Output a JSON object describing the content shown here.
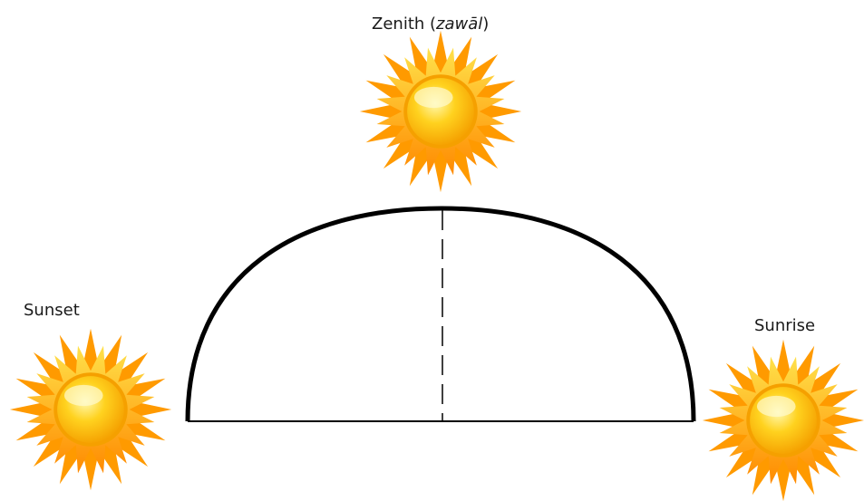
{
  "labels": {
    "zenith_prefix": "Zenith (",
    "zenith_term": "zawāl",
    "zenith_suffix": ")",
    "sunset": "Sunset",
    "sunrise": "Sunrise"
  },
  "colors": {
    "sun_core": "#ffd21f",
    "sun_core_edge": "#f5a000",
    "ray_outer": "#ff9a00",
    "ray_inner": "#ffc400",
    "line": "#000000"
  },
  "icons": {
    "zenith_sun": "sun-icon",
    "sunset_sun": "sun-icon",
    "sunrise_sun": "sun-icon"
  }
}
